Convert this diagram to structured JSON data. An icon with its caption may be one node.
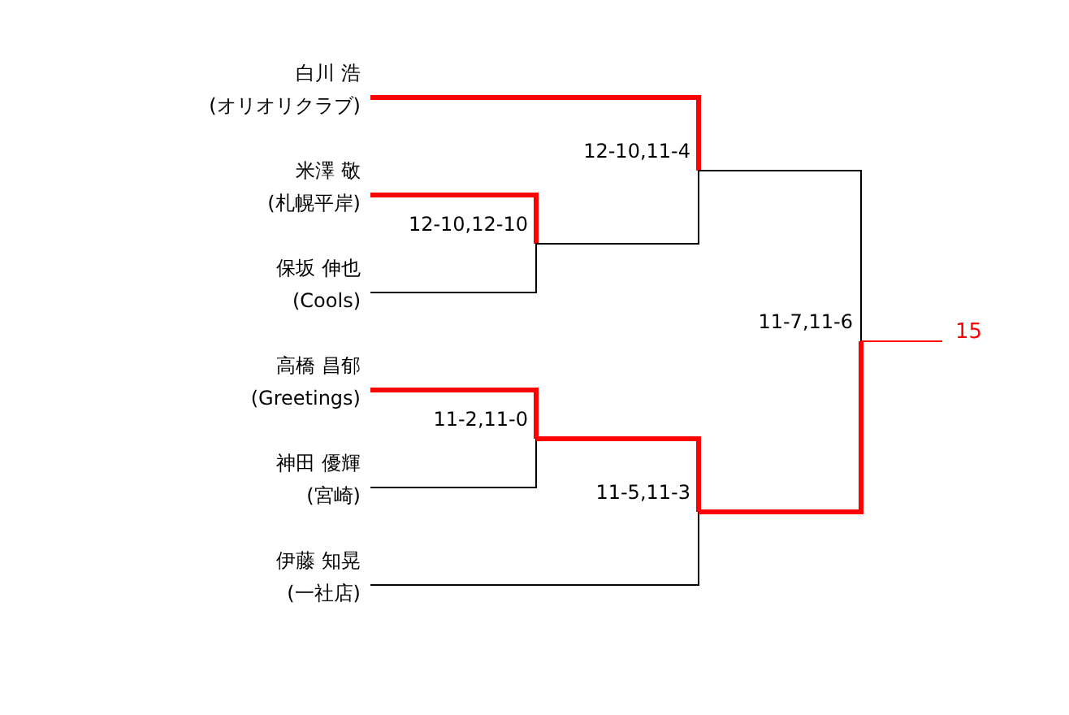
{
  "diagram": {
    "nodes": [
      {
        "text": [
          "白川 浩",
          "(オリオリクラブ)"
        ]
      },
      {
        "text": [
          "米澤 敬",
          "(札幌平岸)"
        ]
      },
      {
        "text": [
          "保坂 伸也",
          "(Cools)"
        ]
      },
      {
        "text": [
          "高橋 昌郁",
          "(Greetings)"
        ]
      },
      {
        "text": [
          "神田 優輝",
          "(宮崎)"
        ]
      },
      {
        "text": [
          "伊藤 知晃",
          "(一社店)"
        ]
      },
      {
        "text": [
          "12-10,12-10"
        ]
      },
      {
        "text": [
          "12-10,11-4"
        ]
      },
      {
        "text": [
          "11-2,11-0"
        ]
      },
      {
        "text": [
          "11-5,11-3"
        ]
      },
      {
        "text": [
          "11-7,11-6"
        ]
      },
      {
        "text": [
          "15"
        ]
      }
    ],
    "edges": [
      {
        "from": 1,
        "to": 6,
        "arrow": "none",
        "style": "thick",
        "color": "#ff0000"
      },
      {
        "from": 2,
        "to": 6,
        "arrow": "none",
        "color": "#000000"
      },
      {
        "from": 0,
        "to": 7,
        "arrow": "none",
        "style": "thick",
        "color": "#ff0000"
      },
      {
        "from": 6,
        "to": 7,
        "arrow": "none",
        "color": "#000000"
      },
      {
        "from": 3,
        "to": 8,
        "arrow": "none",
        "style": "thick",
        "color": "#ff0000"
      },
      {
        "from": 4,
        "to": 8,
        "arrow": "none",
        "color": "#000000"
      },
      {
        "from": 8,
        "to": 9,
        "arrow": "none",
        "style": "thick",
        "color": "#ff0000"
      },
      {
        "from": 5,
        "to": 9,
        "arrow": "none",
        "color": "#000000"
      },
      {
        "from": 7,
        "to": 10,
        "arrow": "none",
        "color": "#000000"
      },
      {
        "from": 9,
        "to": 10,
        "arrow": "none",
        "style": "thick",
        "color": "#ff0000"
      },
      {
        "from": 10,
        "to": 11,
        "arrow": "none",
        "color": "#ff0000"
      }
    ]
  }
}
